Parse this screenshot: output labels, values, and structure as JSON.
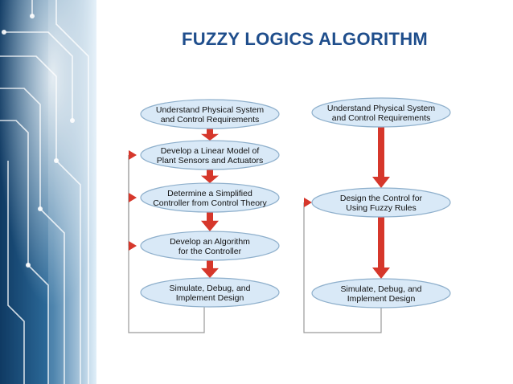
{
  "slide": {
    "title": "FUZZY LOGICS ALGORITHM"
  },
  "colors": {
    "title": "#1f4e8c",
    "node_fill": "#d9e9f7",
    "node_stroke": "#8fb0cc",
    "arrow": "#d6372b",
    "feedback_line": "#9a9a9a",
    "panel_dark": "#123c66",
    "panel_light": "#dfeffa"
  },
  "left_flow": {
    "nodes": [
      {
        "id": "l1",
        "lines": [
          "Understand Physical System",
          "and Control Requirements"
        ]
      },
      {
        "id": "l2",
        "lines": [
          "Develop a Linear Model of",
          "Plant Sensors and Actuators"
        ]
      },
      {
        "id": "l3",
        "lines": [
          "Determine a Simplified",
          "Controller from Control Theory"
        ]
      },
      {
        "id": "l4",
        "lines": [
          "Develop an Algorithm",
          "for the Controller"
        ]
      },
      {
        "id": "l5",
        "lines": [
          "Simulate, Debug, and",
          "Implement Design"
        ]
      }
    ]
  },
  "right_flow": {
    "nodes": [
      {
        "id": "r1",
        "lines": [
          "Understand Physical System",
          "and Control Requirements"
        ]
      },
      {
        "id": "r2",
        "lines": [
          "Design the Control for",
          "Using Fuzzy Rules"
        ]
      },
      {
        "id": "r3",
        "lines": [
          "Simulate, Debug, and",
          "Implement Design"
        ]
      }
    ]
  }
}
